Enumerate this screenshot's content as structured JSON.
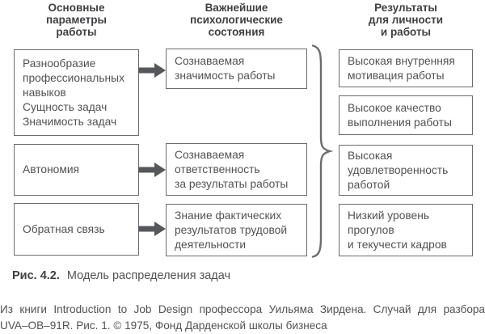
{
  "colors": {
    "background": "#ffffff",
    "border": "#6b6c6e",
    "heading": "#3f4042",
    "text": "#515254",
    "arrow": "#56575a"
  },
  "columns": {
    "parameters": {
      "header": "Основные\nпараметры\nработы",
      "boxes": [
        "Разнообразие\nпрофессиональных\nнавыков\nСущность задач\nЗначимость задач",
        "Автономия",
        "Обратная связь"
      ]
    },
    "states": {
      "header": "Важнейшие\nпсихологические\nсостояния",
      "boxes": [
        "Сознаваемая\nзначимость работы",
        "Сознаваемая\nответственность\nза результаты работы",
        "Знание фактических\nрезультатов трудовой\nдеятельности"
      ]
    },
    "results": {
      "header": "Результаты\nдля личности\nи работы",
      "boxes": [
        "Высокая внутренняя\nмотивация работы",
        "Высокое качество\nвыполнения работы",
        "Высокая\nудовлетворенность\nработой",
        "Низкий уровень\nпрогулов\nи текучести кадров"
      ]
    }
  },
  "caption": {
    "label": "Рис. 4.2.",
    "title": "Модель распределения задач"
  },
  "footer": {
    "line1": "Из книги Introduction to Job Design профессора Уильяма Зирдена. Случай для разбора",
    "line2": "UVA–OB–91R. Рис. 1. © 1975, Фонд Дарденской школы бизнеса"
  }
}
